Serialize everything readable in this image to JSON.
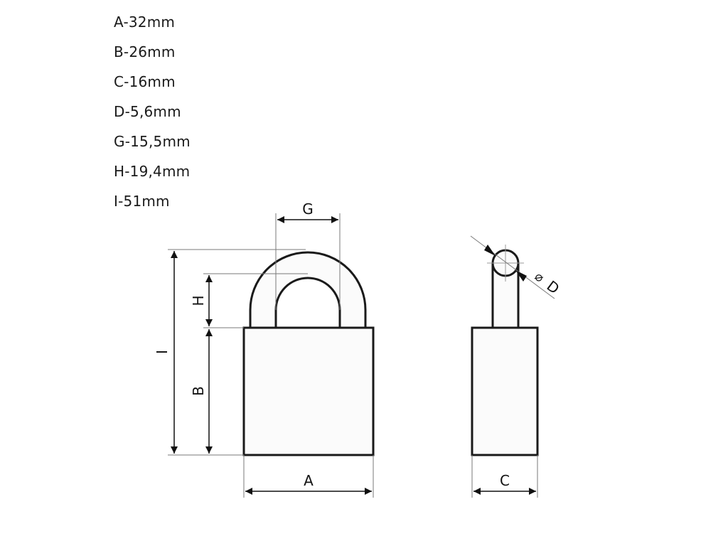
{
  "specs": [
    {
      "text": "A-32mm"
    },
    {
      "text": "B-26mm"
    },
    {
      "text": "C-16mm"
    },
    {
      "text": "D-5,6mm"
    },
    {
      "text": "G-15,5mm"
    },
    {
      "text": "H-19,4mm"
    },
    {
      "text": "I-51mm"
    }
  ],
  "labels": {
    "A": "A",
    "B": "B",
    "C": "C",
    "D": "D",
    "G": "G",
    "H": "H",
    "I": "I",
    "diameter_symbol": "⌀"
  },
  "colors": {
    "outline": "#1a1a1a",
    "fill": "#fbfbfb",
    "dimension": "#555555",
    "text": "#1a1a1a"
  }
}
